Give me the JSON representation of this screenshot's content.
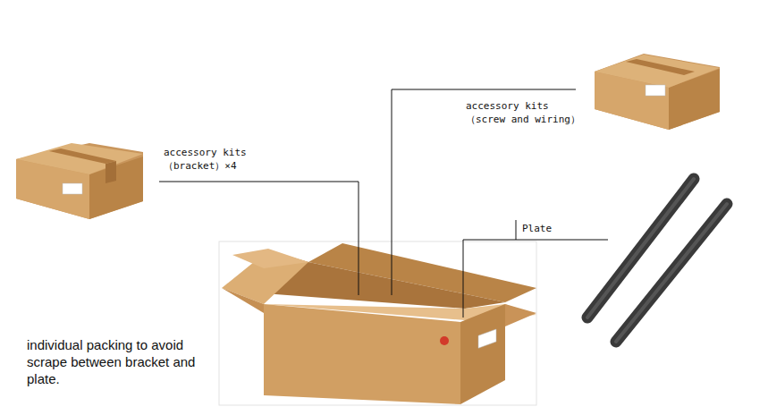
{
  "diagram": {
    "labels": [
      "accessory kits （bracket）×4",
      "accessory kits （screw and wiring）",
      "Plate",
      "individual packing to avoid scrape between bracket and plate."
    ]
  }
}
